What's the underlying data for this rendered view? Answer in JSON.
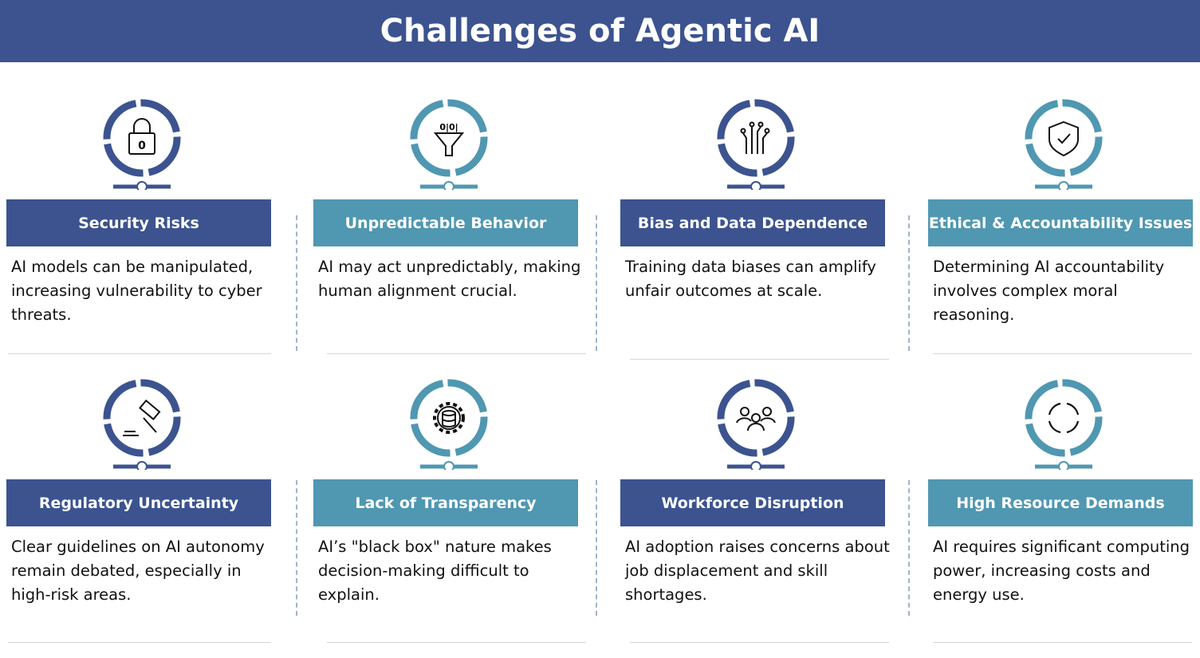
{
  "title": "Challenges of Agentic AI",
  "colors": {
    "dark": "#3c5390",
    "teal": "#5097b1"
  },
  "cards": [
    {
      "title": "Security Risks",
      "desc": "AI models can be manipulated, increasing vulnerability to cyber threats.",
      "icon": "lock-icon",
      "color": "dark"
    },
    {
      "title": "Unpredictable Behavior",
      "desc": "AI may act unpredictably, making human alignment crucial.",
      "icon": "filter-icon",
      "color": "teal"
    },
    {
      "title": "Bias and Data Dependence",
      "desc": "Training data biases can amplify unfair outcomes at scale.",
      "icon": "circuit-icon",
      "color": "dark"
    },
    {
      "title": "Ethical & Accountability Issues",
      "desc": "Determining AI accountability involves complex moral reasoning.",
      "icon": "shield-icon",
      "color": "teal"
    },
    {
      "title": "Regulatory Uncertainty",
      "desc": "Clear guidelines on AI autonomy remain debated, especially in high-risk areas.",
      "icon": "gavel-icon",
      "color": "dark"
    },
    {
      "title": "Lack of Transparency",
      "desc": "AI’s \"black box\" nature makes decision-making difficult to explain.",
      "icon": "gear-database-icon",
      "color": "teal"
    },
    {
      "title": "Workforce Disruption",
      "desc": "AI adoption raises concerns about job displacement and skill shortages.",
      "icon": "people-icon",
      "color": "dark"
    },
    {
      "title": "High Resource Demands",
      "desc": "AI requires significant computing power, increasing costs and energy use.",
      "icon": "refresh-cycle-icon",
      "color": "teal"
    }
  ]
}
